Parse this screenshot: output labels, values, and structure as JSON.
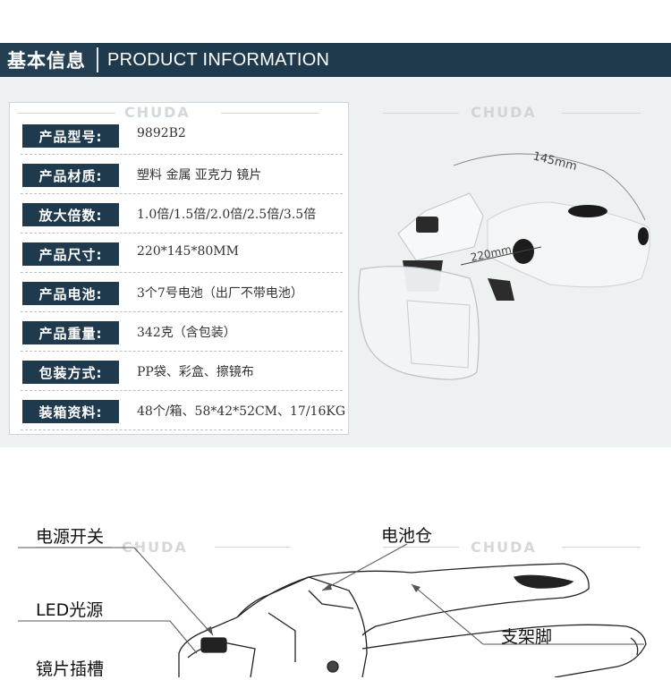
{
  "header": {
    "title_cn": "基本信息",
    "title_en": "PRODUCT INFORMATION"
  },
  "watermark": "CHUDA",
  "specs": [
    {
      "label": "产品型号:",
      "value": "9892B2"
    },
    {
      "label": "产品材质:",
      "value": "塑料 金属 亚克力 镜片"
    },
    {
      "label": "放大倍数:",
      "value": "1.0倍/1.5倍/2.0倍/2.5倍/3.5倍"
    },
    {
      "label": "产品尺寸:",
      "value": "220*145*80MM"
    },
    {
      "label": "产品电池:",
      "value": "3个7号电池（出厂不带电池）"
    },
    {
      "label": "产品重量:",
      "value": "342克（含包装）"
    },
    {
      "label": "包装方式:",
      "value": "PP袋、彩盒、擦镜布"
    },
    {
      "label": "装箱资料:",
      "value": "48个/箱、58*42*52CM、17/16KG"
    }
  ],
  "photo": {
    "dim_width": "145mm",
    "dim_depth": "220mm"
  },
  "diagram": {
    "labels": {
      "power_switch": "电源开关",
      "battery_compartment": "电池仓",
      "led_light": "LED光源",
      "bracket_leg": "支架脚",
      "lens_slot": "镜片插槽"
    }
  },
  "colors": {
    "header_bar": "#1f3a4d",
    "label_bg": "#1f3a4d",
    "section_bg": "#eef1f2"
  }
}
